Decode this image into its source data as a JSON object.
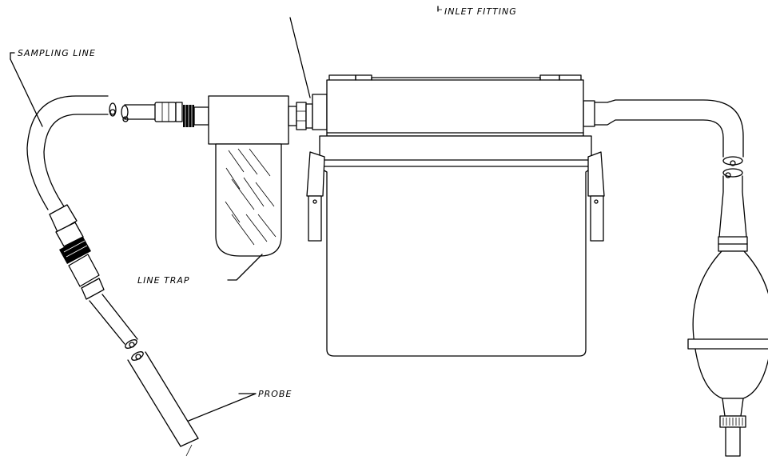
{
  "labels": {
    "inlet_fitting": "INLET FITTING",
    "sampling_line": "SAMPLING LINE",
    "line_trap": "LINE TRAP",
    "probe": "PROBE"
  }
}
